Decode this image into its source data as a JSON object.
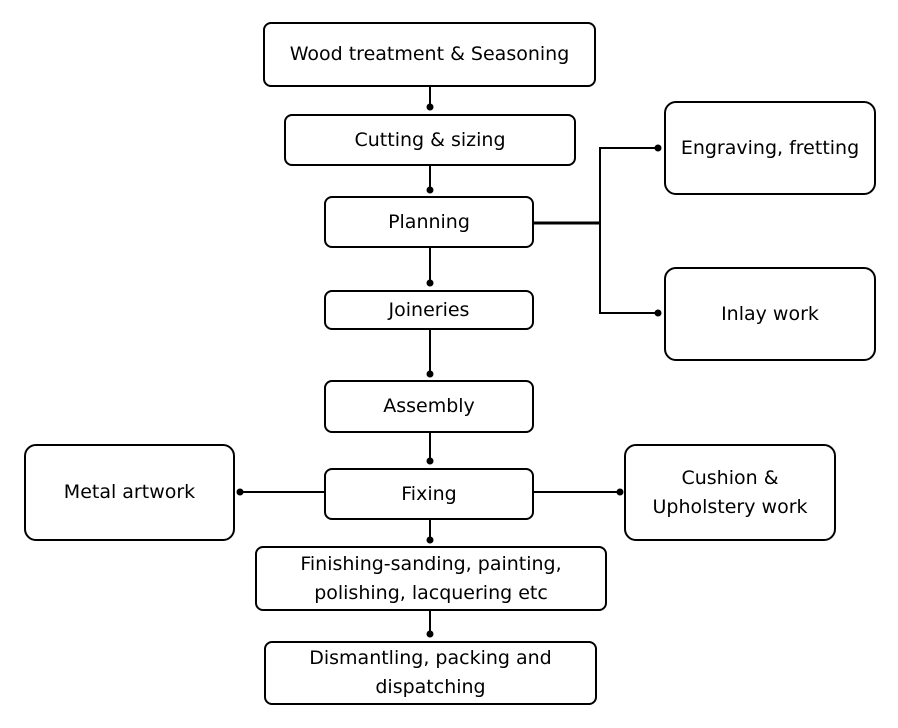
{
  "colors": {
    "stroke": "#000000",
    "background": "#ffffff",
    "text": "#000000"
  },
  "nodes": {
    "wood": "Wood treatment & Seasoning",
    "cutting": "Cutting & sizing",
    "planning": "Planning",
    "joineries": "Joineries",
    "assembly": "Assembly",
    "fixing": "Fixing",
    "finishing": "Finishing-sanding, painting, polishing, lacquering etc",
    "dismantling": "Dismantling, packing and dispatching",
    "engraving": "Engraving, fretting",
    "inlay": "Inlay work",
    "metal": "Metal artwork",
    "cushion": "Cushion & Upholstery work"
  },
  "edges": [
    {
      "from": "wood",
      "to": "cutting"
    },
    {
      "from": "cutting",
      "to": "planning"
    },
    {
      "from": "planning",
      "to": "joineries"
    },
    {
      "from": "joineries",
      "to": "assembly"
    },
    {
      "from": "assembly",
      "to": "fixing"
    },
    {
      "from": "fixing",
      "to": "finishing"
    },
    {
      "from": "finishing",
      "to": "dismantling"
    },
    {
      "from": "planning",
      "to": "engraving"
    },
    {
      "from": "planning",
      "to": "inlay"
    },
    {
      "from": "fixing",
      "to": "metal"
    },
    {
      "from": "fixing",
      "to": "cushion"
    }
  ]
}
